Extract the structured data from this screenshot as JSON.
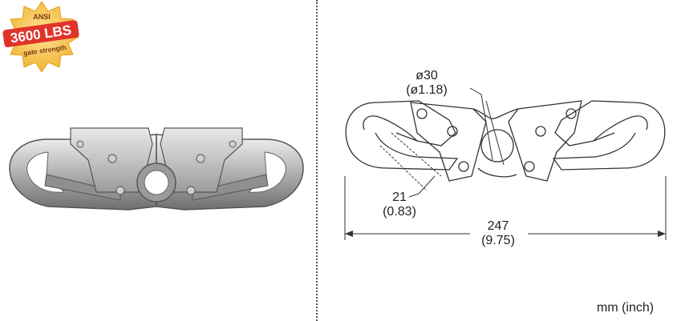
{
  "badge": {
    "top_label": "ANSI",
    "rating": "3600 LBS",
    "bottom_label": "gate strength",
    "color": "#e0342b",
    "star_color": "#f2c23e"
  },
  "dimensions": {
    "opening_diameter_mm": "ø30",
    "opening_diameter_in": "(ø1.18)",
    "gate_clearance_mm": "21",
    "gate_clearance_in": "(0.83)",
    "overall_length_mm": "247",
    "overall_length_in": "(9.75)"
  },
  "units_note": "mm (inch)"
}
